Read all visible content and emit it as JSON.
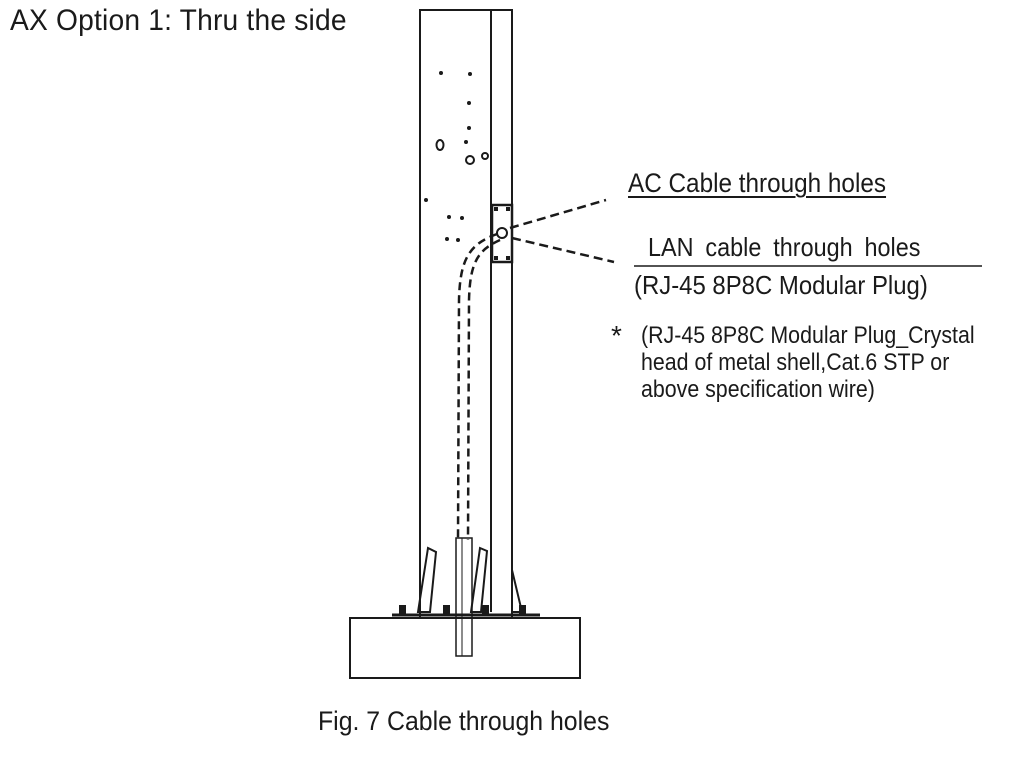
{
  "title": "AX Option 1: Thru the side",
  "labels": {
    "ac_cable": "AC Cable through holes",
    "lan_cable": "LAN cable  through  holes",
    "rj45": "(RJ-45 8P8C Modular Plug)"
  },
  "note": {
    "marker": "*",
    "lines": [
      "(RJ-45  8P8C  Modular  Plug_Crystal",
      "head  of  metal  shell,Cat.6  STP  or",
      "above specification wire)"
    ]
  },
  "caption": "Fig. 7 Cable through holes",
  "colors": {
    "line": "#1a1a1a",
    "background": "#ffffff"
  }
}
